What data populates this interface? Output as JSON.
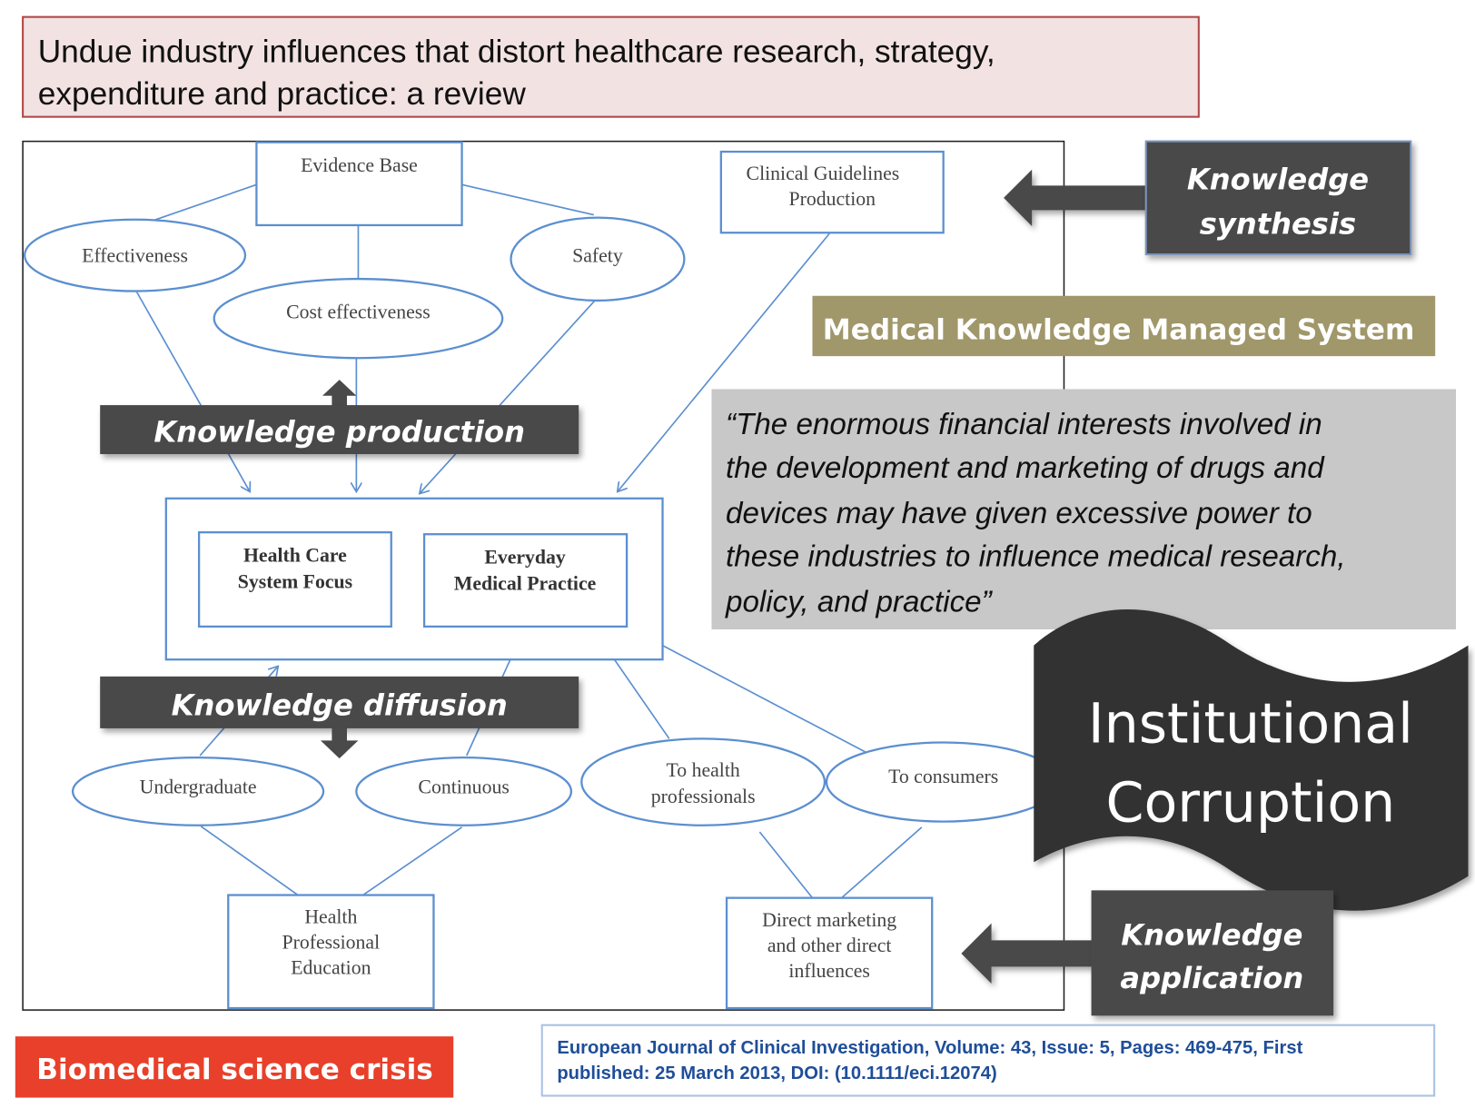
{
  "title": {
    "line1": "Undue industry influences that distort healthcare research, strategy,",
    "line2": "expenditure and practice: a review"
  },
  "diagram": {
    "evidence_base": "Evidence Base",
    "clinical_guidelines": [
      "Clinical Guidelines",
      "Production"
    ],
    "effectiveness": "Effectiveness",
    "safety": "Safety",
    "cost_effectiveness": "Cost effectiveness",
    "health_care_focus": [
      "Health Care",
      "System Focus"
    ],
    "everyday_practice": [
      "Everyday",
      "Medical Practice"
    ],
    "undergraduate": "Undergraduate",
    "continuous": "Continuous",
    "to_health_professionals": [
      "To health",
      "professionals"
    ],
    "to_consumers": "To consumers",
    "hpe": [
      "Health",
      "Professional",
      "Education"
    ],
    "direct_marketing": [
      "Direct marketing",
      "and other direct",
      "influences"
    ]
  },
  "banners": {
    "knowledge_production": "Knowledge production",
    "knowledge_diffusion": "Knowledge diffusion",
    "knowledge_synthesis": [
      "Knowledge",
      "synthesis"
    ],
    "knowledge_application": [
      "Knowledge",
      "application"
    ],
    "medical_kms": "Medical Knowledge Managed System",
    "institutional_corruption": [
      "Institutional",
      "Corruption"
    ],
    "biomedical_crisis": "Biomedical science crisis"
  },
  "quote": [
    "“The enormous financial interests involved in",
    "the development and marketing of drugs and",
    "devices may have given excessive power to",
    "these industries to influence medical research,",
    "policy, and practice”"
  ],
  "reference": {
    "line1": "European Journal of Clinical Investigation, Volume: 43, Issue: 5, Pages: 469-475, First",
    "line2": "published: 25 March 2013, DOI: (10.1111/eci.12074)"
  },
  "colors": {
    "banner_dark": "#4a4a4a",
    "kms_olive": "#a0976a",
    "crisis_red": "#e8402a",
    "reference_blue": "#1f4e99",
    "title_bg": "#f2e2e2"
  }
}
